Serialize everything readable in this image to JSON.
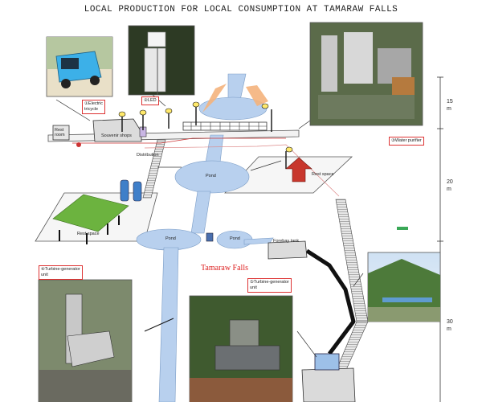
{
  "title": "LOCAL PRODUCTION FOR LOCAL CONSUMPTION AT TAMARAW FALLS",
  "labels": {
    "electric_tricycle": "①Electric\ntricycle",
    "led": "②LED",
    "water_purifier": "③Water purifier",
    "turbine_left": "④Turbine-generator\nunit",
    "turbine_right": "⑤Turbine-generator\nunit",
    "rest_room": "Rest\nroom",
    "souvenir_shops": "Souvenir shops",
    "distribution": "Distribution",
    "pond_upper": "Pond",
    "pond_lower_left": "Pond",
    "pond_lower_right": "Pond",
    "rest_space_right": "Rest space",
    "rest_space_left": "Rest space",
    "forebay_tank": "Forebay tank",
    "falls": "Tamaraw Falls"
  },
  "scale": {
    "top": "15\nm",
    "middle": "20\nm",
    "bottom": "30\nm"
  },
  "colors": {
    "water": "#b8d0ee",
    "pipe_dark": "#111111",
    "rest_space_roof": "#6cb33f",
    "rest_space_arrow": "#c8372d",
    "label_border": "#dd3333",
    "staircase": "#888888"
  }
}
